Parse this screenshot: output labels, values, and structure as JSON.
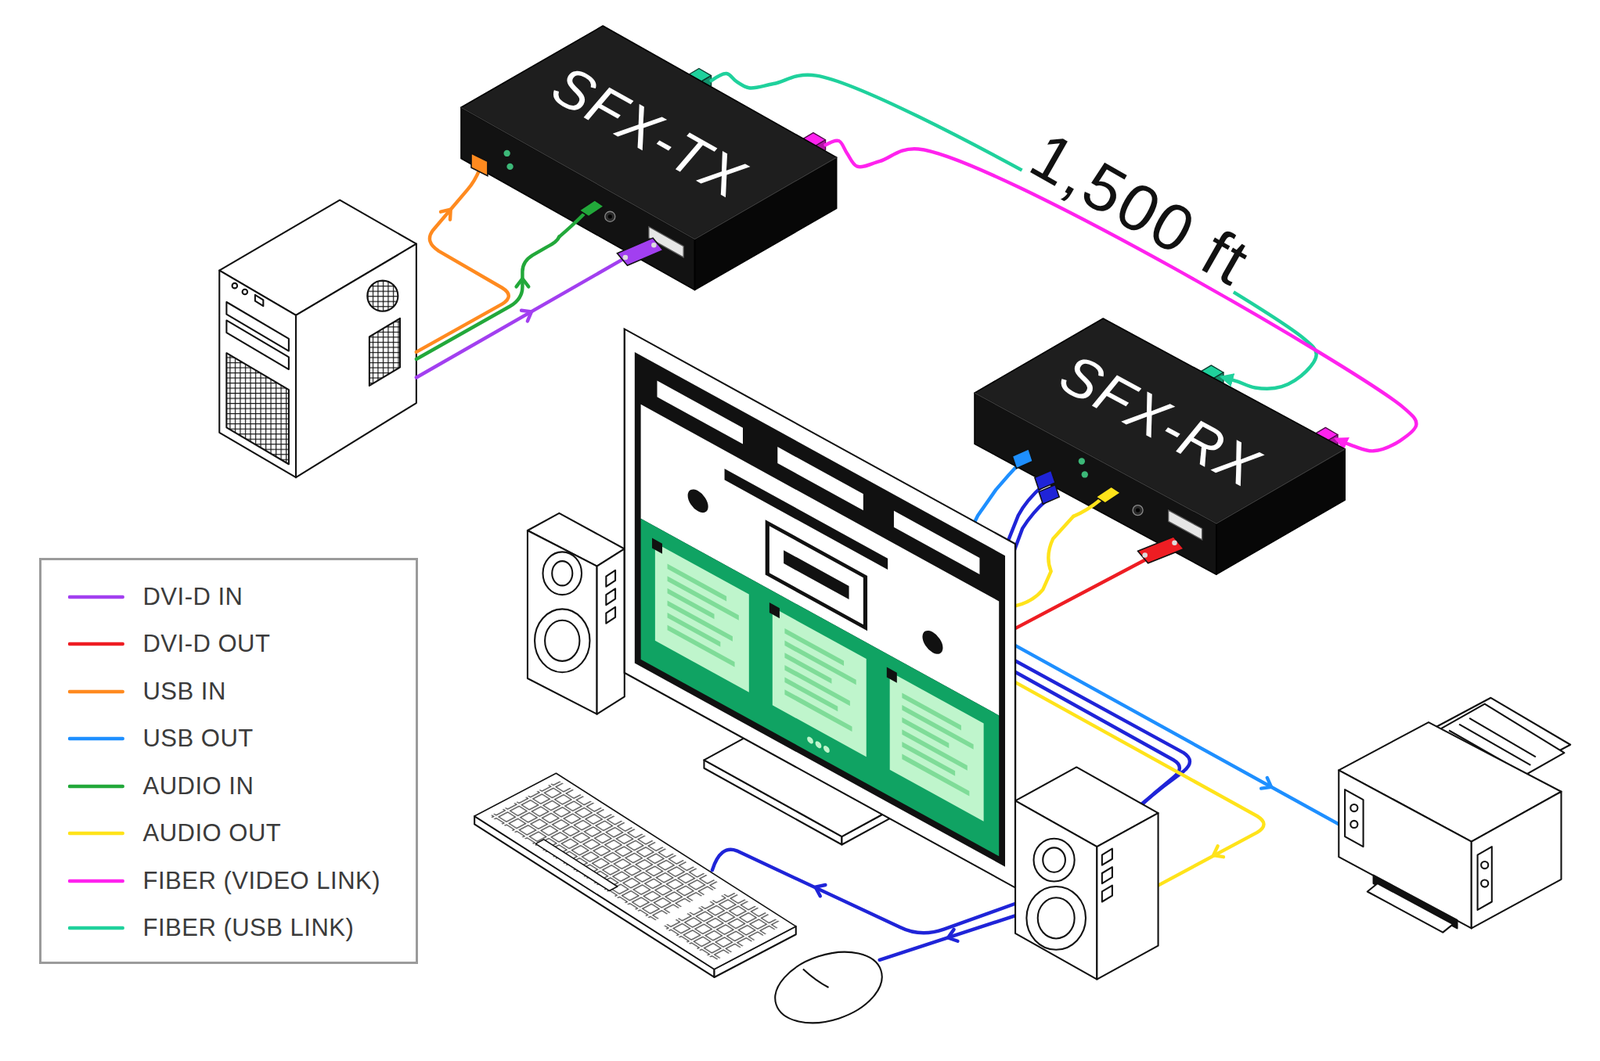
{
  "diagram": {
    "nodes": [
      {
        "text": [
          "SFX-TX"
        ]
      },
      {
        "text": [
          "SFX-RX"
        ]
      }
    ],
    "edges": [
      {
        "from": 0,
        "to": 1,
        "arrow": "to"
      },
      {
        "from": 0,
        "to": 1,
        "arrow": "to"
      }
    ],
    "labels": [
      "1,500 ft"
    ],
    "legend": [
      {
        "text": "DVI-D IN",
        "color": "#a23ff0"
      },
      {
        "text": "DVI-D OUT",
        "color": "#ee1d23"
      },
      {
        "text": "USB IN",
        "color": "#ff8a1f"
      },
      {
        "text": "USB OUT",
        "color": "#1e8fff"
      },
      {
        "text": "AUDIO IN",
        "color": "#22a83a"
      },
      {
        "text": "AUDIO OUT",
        "color": "#ffe31a"
      },
      {
        "text": "FIBER (VIDEO LINK)",
        "color": "#ff22ee"
      },
      {
        "text": "FIBER (USB LINK)",
        "color": "#1fd19c"
      }
    ]
  }
}
